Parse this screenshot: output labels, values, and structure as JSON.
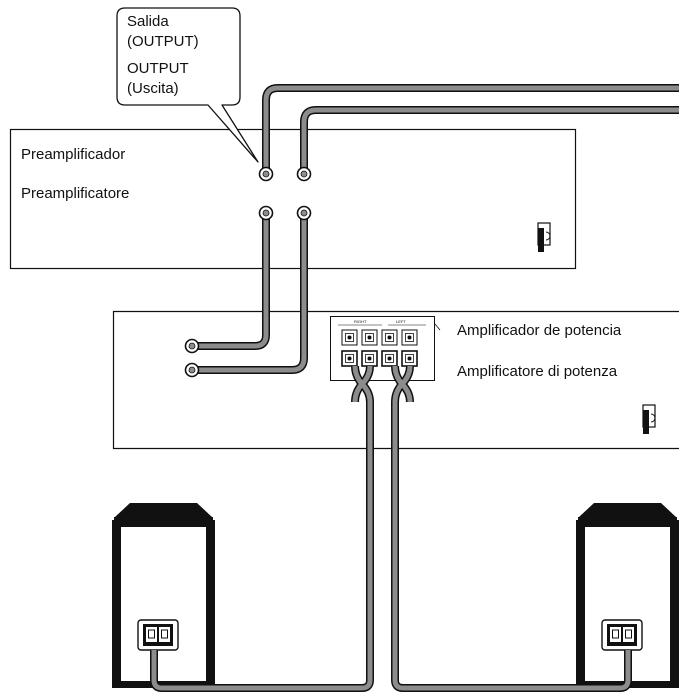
{
  "callout": {
    "line1": "Salida",
    "line2": "(OUTPUT)",
    "line3": "OUTPUT",
    "line4": "(Uscita)"
  },
  "preamp": {
    "label_es": "Preamplificador",
    "label_it": "Preamplificatore"
  },
  "power_amp": {
    "label_es": "Amplificador de potencia",
    "label_it": "Amplificatore di potenza",
    "terminal_right": "RIGHT",
    "terminal_left": "LEFT"
  },
  "colors": {
    "cable": "#8c8c8c",
    "line": "#111111",
    "background": "#ffffff"
  }
}
